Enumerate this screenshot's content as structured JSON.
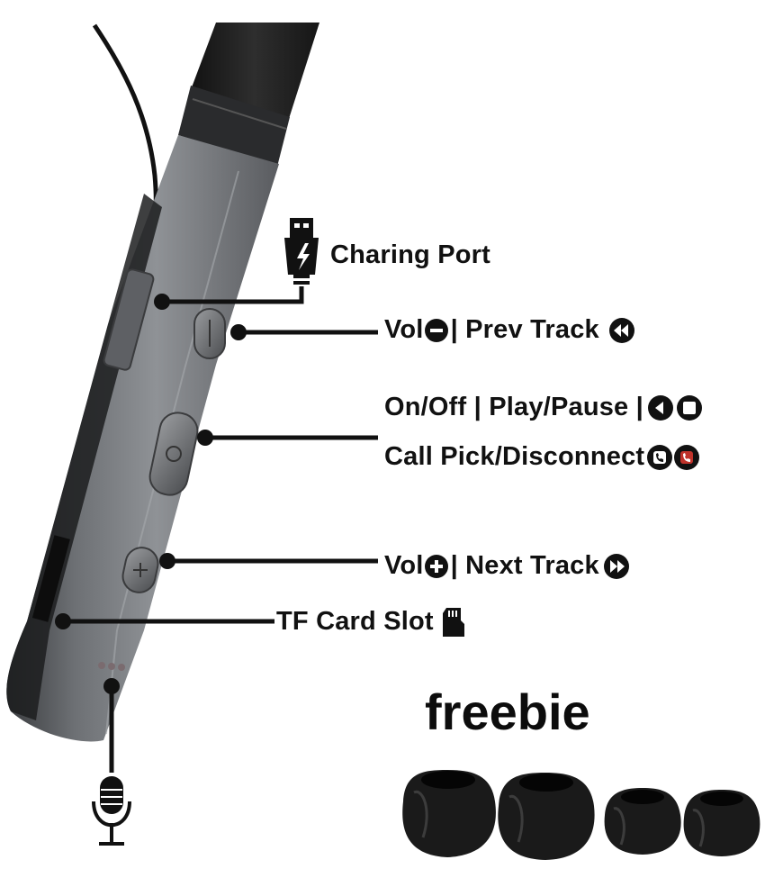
{
  "labels": {
    "charging_port": "Charing Port",
    "vol_minus_prefix": "Vol",
    "vol_minus_suffix": "| Prev Track",
    "power_line": "On/Off | Play/Pause |",
    "call_line": "Call Pick/Disconnect",
    "vol_plus_prefix": "Vol",
    "vol_plus_suffix": "| Next Track",
    "tf_card": "TF Card Slot"
  },
  "freebie": "freebie",
  "icons": [
    "usb-plug-icon",
    "minus-circle-icon",
    "rewind-icon",
    "play-circle-icon",
    "stop-square-icon",
    "phone-pick-icon",
    "phone-hangup-icon",
    "plus-circle-icon",
    "forward-icon",
    "sd-card-icon",
    "microphone-icon"
  ],
  "colors": {
    "text": "#111111",
    "body_gray": "#8a8d91",
    "band_black": "#1b1b1b",
    "hangup_red": "#c0332b"
  }
}
